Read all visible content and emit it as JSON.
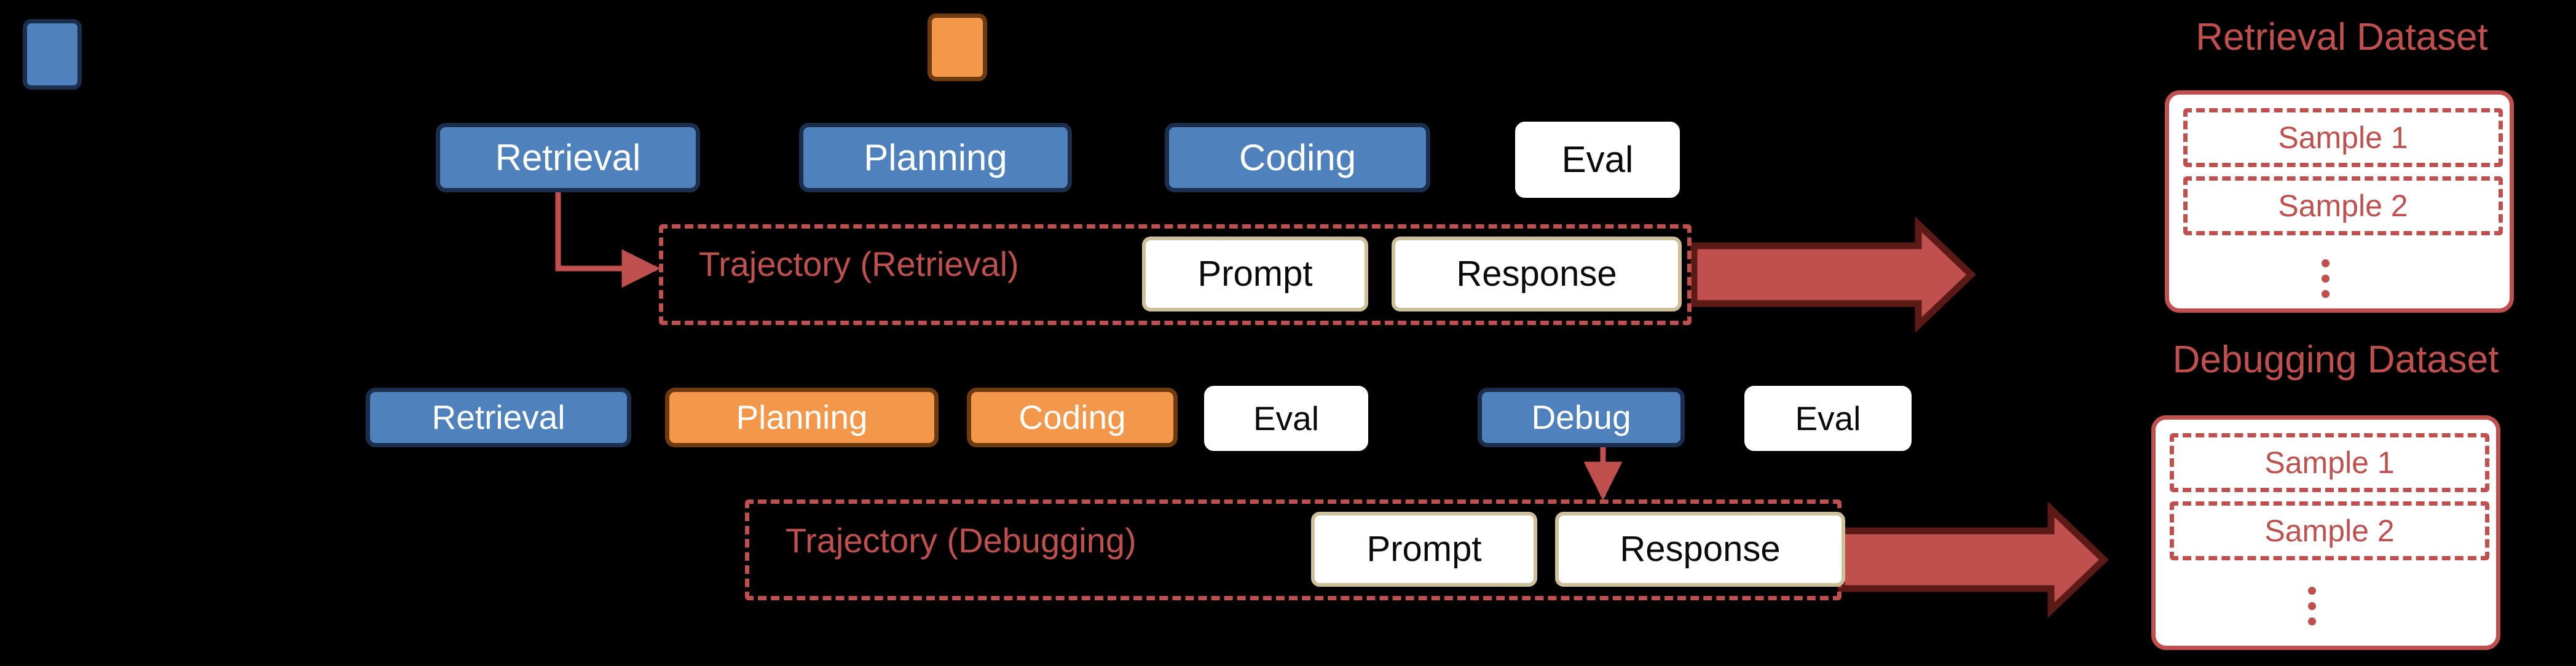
{
  "legend": {
    "items": [
      {
        "name": "blue-swatch",
        "color": "#4f81bd",
        "border": "#1b2f4d",
        "label": ""
      },
      {
        "name": "orange-swatch",
        "color": "#f3974a",
        "border": "#6e3b10",
        "label": ""
      }
    ]
  },
  "colors": {
    "background": "#000000",
    "blue_fill": "#4f81bd",
    "blue_border": "#1b2f4d",
    "orange_fill": "#f3974a",
    "orange_border": "#6e3b10",
    "white_fill": "#ffffff",
    "red_accent": "#c0504d",
    "red_arrow_border": "#5c1a17",
    "chip_border": "#cdc09a",
    "node_text": "#ffffff",
    "white_node_text": "#0a0a0a"
  },
  "rows": [
    {
      "id": "retrieval-row",
      "nodes": [
        {
          "label": "Retrieval",
          "style": "blue"
        },
        {
          "label": "Planning",
          "style": "blue"
        },
        {
          "label": "Coding",
          "style": "blue"
        },
        {
          "label": "Eval",
          "style": "white"
        }
      ],
      "trajectory": {
        "label": "Trajectory (Retrieval)",
        "chips": [
          {
            "label": "Prompt"
          },
          {
            "label": "Response"
          }
        ]
      }
    },
    {
      "id": "debugging-row",
      "nodes": [
        {
          "label": "Retrieval",
          "style": "blue"
        },
        {
          "label": "Planning",
          "style": "orange"
        },
        {
          "label": "Coding",
          "style": "orange"
        },
        {
          "label": "Eval",
          "style": "white"
        },
        {
          "label": "Debug",
          "style": "blue"
        },
        {
          "label": "Eval",
          "style": "white"
        }
      ],
      "trajectory": {
        "label": "Trajectory (Debugging)",
        "chips": [
          {
            "label": "Prompt"
          },
          {
            "label": "Response"
          }
        ]
      }
    }
  ],
  "datasets": [
    {
      "title": "Retrieval Dataset",
      "samples": [
        "Sample 1",
        "Sample 2"
      ],
      "ellipsis": "vertical-dots"
    },
    {
      "title": "Debugging Dataset",
      "samples": [
        "Sample 1",
        "Sample 2"
      ],
      "ellipsis": "vertical-dots"
    }
  ]
}
